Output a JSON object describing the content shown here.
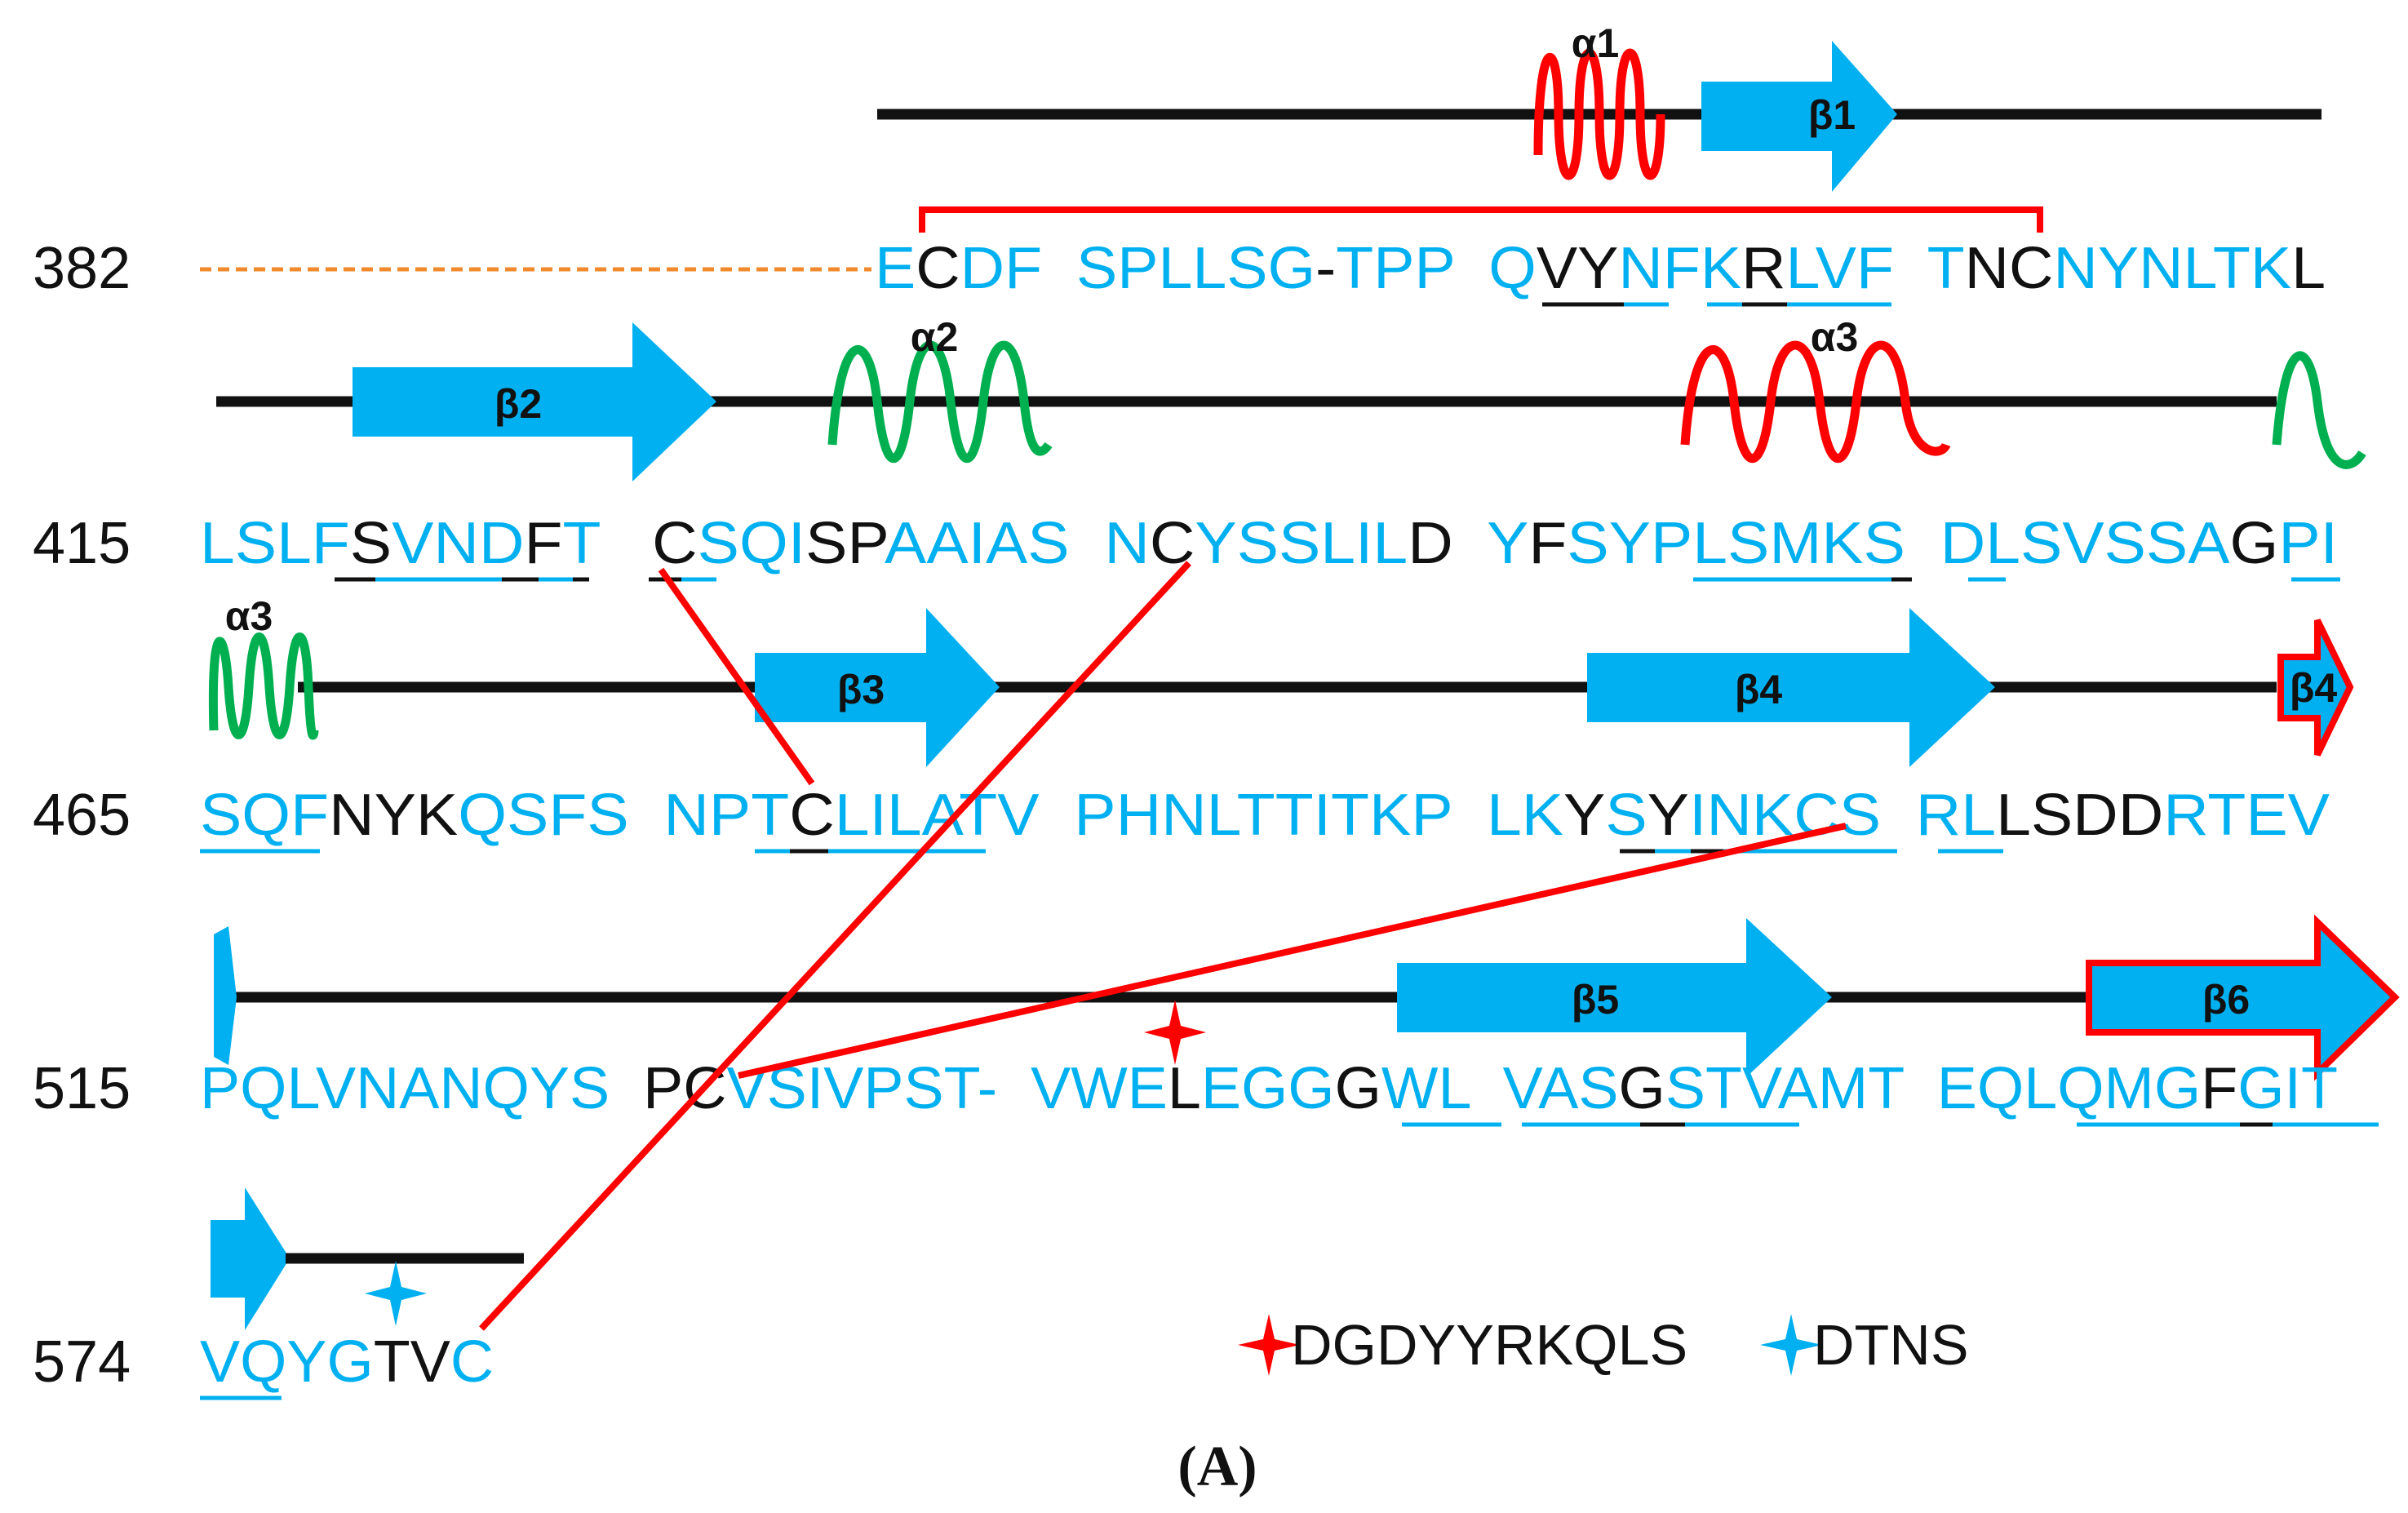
{
  "colors": {
    "cyan": "#00B0F0",
    "black": "#111111",
    "red": "#FF0000",
    "green": "#00B050",
    "orange": "#F08A2C"
  },
  "rows": [
    {
      "num": "382",
      "segments": [
        {
          "t": "E",
          "c": "cyan"
        },
        {
          "t": "C",
          "c": "black"
        },
        {
          "t": "DF",
          "c": "cyan"
        },
        {
          "t": "  ",
          "c": "black"
        },
        {
          "t": "SPLLSG",
          "c": "cyan"
        },
        {
          "t": "-",
          "c": "black"
        },
        {
          "t": "TPP",
          "c": "cyan"
        },
        {
          "t": "  ",
          "c": "black"
        },
        {
          "t": "Q",
          "c": "cyan"
        },
        {
          "t": "VY",
          "c": "black"
        },
        {
          "t": "NFK",
          "c": "cyan"
        },
        {
          "t": "R",
          "c": "black"
        },
        {
          "t": "LVF",
          "c": "cyan"
        },
        {
          "t": "  ",
          "c": "black"
        },
        {
          "t": "T",
          "c": "cyan"
        },
        {
          "t": "NC",
          "c": "black"
        },
        {
          "t": "NYNLTK",
          "c": "cyan"
        },
        {
          "t": "L",
          "c": "black"
        }
      ]
    },
    {
      "num": "415",
      "segments": [
        {
          "t": "LSLF",
          "c": "cyan"
        },
        {
          "t": "S",
          "c": "black"
        },
        {
          "t": "VND",
          "c": "cyan"
        },
        {
          "t": "F",
          "c": "black"
        },
        {
          "t": "T",
          "c": "cyan"
        },
        {
          "t": "   ",
          "c": "black"
        },
        {
          "t": "C",
          "c": "black"
        },
        {
          "t": "SQI",
          "c": "cyan"
        },
        {
          "t": "SP",
          "c": "black"
        },
        {
          "t": "AAIAS",
          "c": "cyan"
        },
        {
          "t": "  ",
          "c": "black"
        },
        {
          "t": "N",
          "c": "cyan"
        },
        {
          "t": "C",
          "c": "black"
        },
        {
          "t": "YSSLIL",
          "c": "cyan"
        },
        {
          "t": "D",
          "c": "black"
        },
        {
          "t": "  ",
          "c": "black"
        },
        {
          "t": "Y",
          "c": "cyan"
        },
        {
          "t": "F",
          "c": "black"
        },
        {
          "t": "SYPLSMKS",
          "c": "cyan"
        },
        {
          "t": "  ",
          "c": "black"
        },
        {
          "t": "DLSVSSA",
          "c": "cyan"
        },
        {
          "t": "G",
          "c": "black"
        },
        {
          "t": "PI",
          "c": "cyan"
        }
      ]
    },
    {
      "num": "465",
      "segments": [
        {
          "t": "SQF",
          "c": "cyan"
        },
        {
          "t": "NYK",
          "c": "black"
        },
        {
          "t": "QSFS",
          "c": "cyan"
        },
        {
          "t": "  ",
          "c": "black"
        },
        {
          "t": "NPT",
          "c": "cyan"
        },
        {
          "t": "C",
          "c": "black"
        },
        {
          "t": "LILATV",
          "c": "cyan"
        },
        {
          "t": "  ",
          "c": "black"
        },
        {
          "t": "PHNLTTITKP",
          "c": "cyan"
        },
        {
          "t": "  ",
          "c": "black"
        },
        {
          "t": "LK",
          "c": "cyan"
        },
        {
          "t": "Y",
          "c": "black"
        },
        {
          "t": "S",
          "c": "cyan"
        },
        {
          "t": "Y",
          "c": "black"
        },
        {
          "t": "INKCS",
          "c": "cyan"
        },
        {
          "t": "  ",
          "c": "black"
        },
        {
          "t": "RL",
          "c": "cyan"
        },
        {
          "t": "LSDD",
          "c": "black"
        },
        {
          "t": "RTEV",
          "c": "cyan"
        }
      ]
    },
    {
      "num": "515",
      "segments": [
        {
          "t": "PQLVNANQYS",
          "c": "cyan"
        },
        {
          "t": "  ",
          "c": "black"
        },
        {
          "t": "PC",
          "c": "black"
        },
        {
          "t": "VSIVPST-",
          "c": "cyan"
        },
        {
          "t": "  ",
          "c": "black"
        },
        {
          "t": "VWE",
          "c": "cyan"
        },
        {
          "t": "L",
          "c": "black"
        },
        {
          "t": "EGG",
          "c": "cyan"
        },
        {
          "t": "G",
          "c": "black"
        },
        {
          "t": "WL",
          "c": "cyan"
        },
        {
          "t": "  ",
          "c": "black"
        },
        {
          "t": "VAS",
          "c": "cyan"
        },
        {
          "t": "G",
          "c": "black"
        },
        {
          "t": "STVAMT",
          "c": "cyan"
        },
        {
          "t": "  ",
          "c": "black"
        },
        {
          "t": "EQLQMG",
          "c": "cyan"
        },
        {
          "t": "F",
          "c": "black"
        },
        {
          "t": "GIT",
          "c": "cyan"
        }
      ]
    },
    {
      "num": "574",
      "segments": [
        {
          "t": "VQYG",
          "c": "cyan"
        },
        {
          "t": "TV",
          "c": "black"
        },
        {
          "t": "C",
          "c": "cyan"
        }
      ]
    }
  ],
  "structures": {
    "alpha1": "α1",
    "beta1": "β1",
    "beta2": "β2",
    "alpha2": "α2",
    "alpha3": "α3",
    "alpha3b": "α3",
    "beta3": "β3",
    "beta4": "β4",
    "beta4b": "β4",
    "beta5": "β5",
    "beta6": "β6"
  },
  "legend": {
    "red_label": "DGDYYRKQLS",
    "blue_label": "DTNS"
  },
  "caption": "(A)"
}
